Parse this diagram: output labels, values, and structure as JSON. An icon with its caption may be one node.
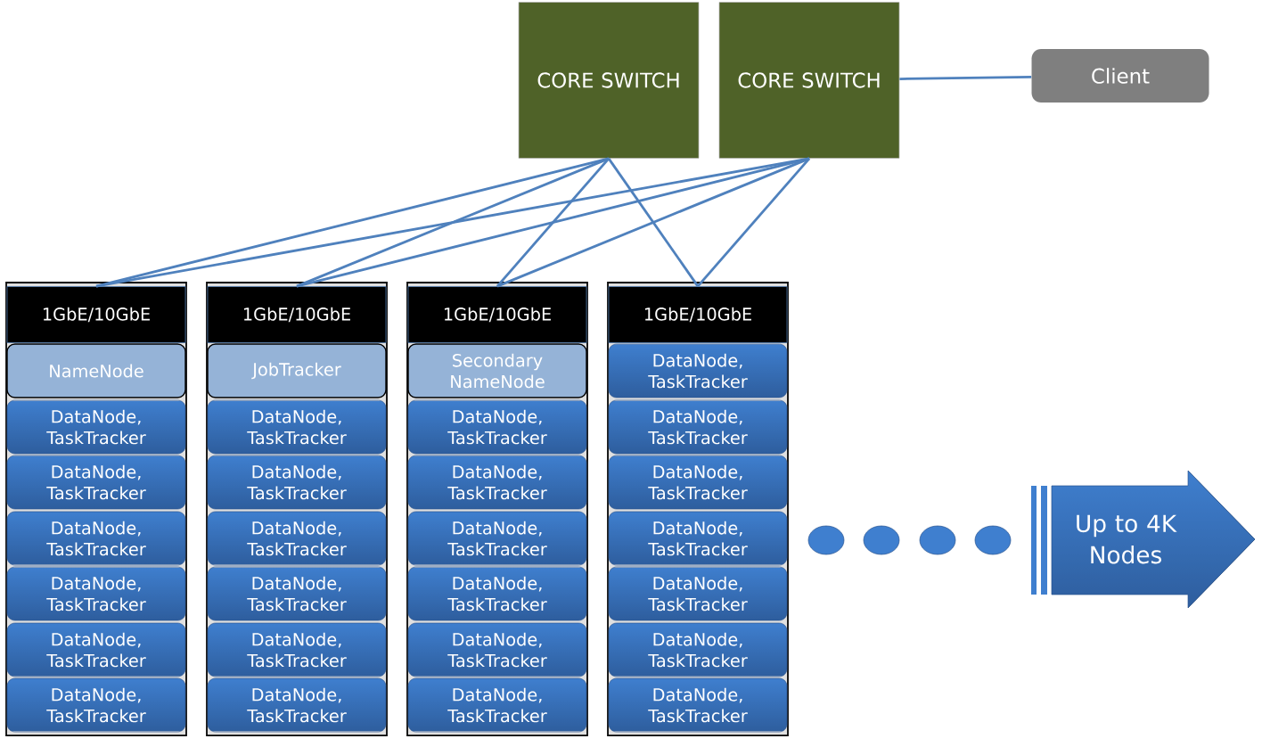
{
  "diagram": {
    "nodes": [
      {
        "text": [
          "CORE SWITCH"
        ]
      },
      {
        "text": [
          "CORE SWITCH"
        ]
      },
      {
        "text": [
          "Client"
        ]
      },
      {
        "text": [],
        "shape": "box"
      },
      {
        "text": [
          "1GbE/10GbE"
        ],
        "in": 3
      },
      {
        "text": [
          "NameNode"
        ],
        "in": 3
      },
      {
        "text": [
          "DataNode, TaskTracker"
        ],
        "in": 3
      },
      {
        "text": [
          "DataNode, TaskTracker"
        ],
        "in": 3
      },
      {
        "text": [
          "DataNode, TaskTracker"
        ],
        "in": 3
      },
      {
        "text": [
          "DataNode, TaskTracker"
        ],
        "in": 3
      },
      {
        "text": [
          "DataNode, TaskTracker"
        ],
        "in": 3
      },
      {
        "text": [
          "DataNode, TaskTracker"
        ],
        "in": 3
      },
      {
        "text": [],
        "shape": "box"
      },
      {
        "text": [
          "1GbE/10GbE"
        ],
        "in": 12
      },
      {
        "text": [
          "JobTracker"
        ],
        "in": 12
      },
      {
        "text": [
          "DataNode, TaskTracker"
        ],
        "in": 12
      },
      {
        "text": [
          "DataNode, TaskTracker"
        ],
        "in": 12
      },
      {
        "text": [
          "DataNode, TaskTracker"
        ],
        "in": 12
      },
      {
        "text": [
          "DataNode, TaskTracker"
        ],
        "in": 12
      },
      {
        "text": [
          "DataNode, TaskTracker"
        ],
        "in": 12
      },
      {
        "text": [
          "DataNode, TaskTracker"
        ],
        "in": 12
      },
      {
        "text": [],
        "shape": "box"
      },
      {
        "text": [
          "1GbE/10GbE"
        ],
        "in": 21
      },
      {
        "text": [
          "Secondary NameNode"
        ],
        "in": 21
      },
      {
        "text": [
          "DataNode, TaskTracker"
        ],
        "in": 21
      },
      {
        "text": [
          "DataNode, TaskTracker"
        ],
        "in": 21
      },
      {
        "text": [
          "DataNode, TaskTracker"
        ],
        "in": 21
      },
      {
        "text": [
          "DataNode, TaskTracker"
        ],
        "in": 21
      },
      {
        "text": [
          "DataNode, TaskTracker"
        ],
        "in": 21
      },
      {
        "text": [
          "DataNode, TaskTracker"
        ],
        "in": 21
      },
      {
        "text": [],
        "shape": "box"
      },
      {
        "text": [
          "1GbE/10GbE"
        ],
        "in": 30
      },
      {
        "text": [
          "DataNode, TaskTracker"
        ],
        "in": 30
      },
      {
        "text": [
          "DataNode, TaskTracker"
        ],
        "in": 30
      },
      {
        "text": [
          "DataNode, TaskTracker"
        ],
        "in": 30
      },
      {
        "text": [
          "DataNode, TaskTracker"
        ],
        "in": 30
      },
      {
        "text": [
          "DataNode, TaskTracker"
        ],
        "in": 30
      },
      {
        "text": [
          "DataNode, TaskTracker"
        ],
        "in": 30
      },
      {
        "text": [
          "DataNode, TaskTracker"
        ],
        "in": 30
      },
      {
        "text": [],
        "shape": "ellipse"
      },
      {
        "text": [],
        "shape": "ellipse"
      },
      {
        "text": [],
        "shape": "ellipse"
      },
      {
        "text": [],
        "shape": "ellipse"
      },
      {
        "text": [
          "Up to 4K Nodes"
        ]
      }
    ],
    "edges": [
      {
        "from": 0,
        "to": 4,
        "arrow": "none"
      },
      {
        "from": 0,
        "to": 13,
        "arrow": "none"
      },
      {
        "from": 0,
        "to": 22,
        "arrow": "none"
      },
      {
        "from": 0,
        "to": 31,
        "arrow": "none"
      },
      {
        "from": 1,
        "to": 4,
        "arrow": "none"
      },
      {
        "from": 1,
        "to": 13,
        "arrow": "none"
      },
      {
        "from": 1,
        "to": 22,
        "arrow": "none"
      },
      {
        "from": 1,
        "to": 31,
        "arrow": "none"
      },
      {
        "from": 1,
        "to": 2,
        "arrow": "none"
      }
    ]
  }
}
